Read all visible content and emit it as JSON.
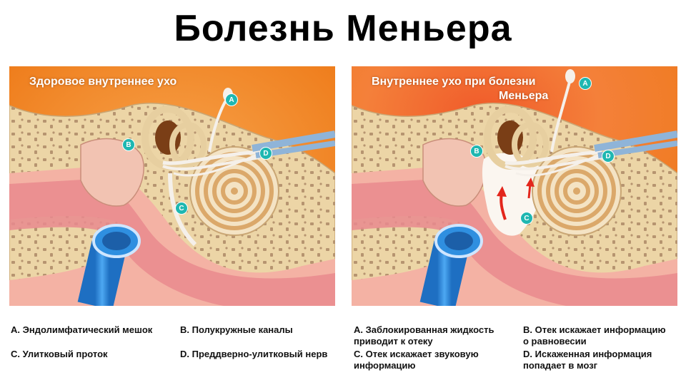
{
  "title": "Болезнь Меньера",
  "panels": {
    "healthy": {
      "caption": "Здоровое внутреннее ухо"
    },
    "disease": {
      "caption_line1": "Внутреннее ухо при болезни",
      "caption_line2": "Меньера"
    }
  },
  "markers": {
    "a": "A",
    "b": "B",
    "c": "C",
    "d": "D"
  },
  "legend_left": {
    "a": "A. Эндолимфатический мешок",
    "b": "B. Полукружные каналы",
    "c": "C. Улитковый проток",
    "d": "D. Преддверно-улитковый нерв"
  },
  "legend_right": {
    "a_line1": "A. Заблокированная жидкость",
    "a_line2": "приводит к отеку",
    "b_line1": "B. Отек искажает информацию",
    "b_line2": "о равновесии",
    "c_line1": "C. Отек искажает звуковую",
    "c_line2": "информацию",
    "d_line1": "D. Искаженная информация",
    "d_line2": "попадает в мозг"
  },
  "colors": {
    "background_orange": "#f07f1e",
    "bone": "#ecd5a6",
    "skin": "#f4b2a4",
    "canal": "#e98a8e",
    "tube": "#2f8fe0",
    "marker": "#1fb7b1"
  }
}
